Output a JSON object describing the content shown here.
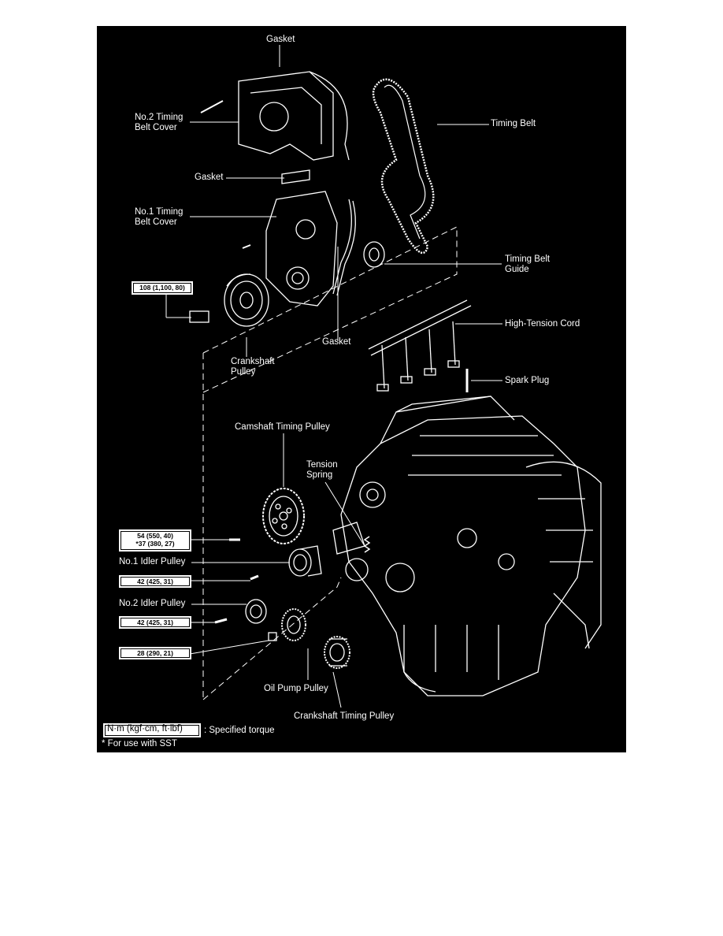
{
  "labels": {
    "gasket_top": "Gasket",
    "no2_cover": "No.2 Timing\nBelt Cover",
    "timing_belt": "Timing Belt",
    "gasket_mid": "Gasket",
    "no1_cover": "No.1 Timing\nBelt Cover",
    "belt_guide": "Timing Belt\nGuide",
    "torque_crank_bolt": "108 (1,100, 80)",
    "crank_pulley": "Crankshaft\nPulley",
    "gasket_low": "Gasket",
    "ht_cord": "High-Tension Cord",
    "spark_plug": "Spark Plug",
    "cam_pulley": "Camshaft Timing Pulley",
    "tension_spring": "Tension\nSpring",
    "torque_cam": "54 (550, 40)\n*37 (380, 27)",
    "no1_idler": "No.1 Idler Pulley",
    "torque_idler1": "42 (425, 31)",
    "no2_idler": "No.2 Idler Pulley",
    "torque_idler2": "42 (425, 31)",
    "torque_oilpump": "28 (290, 21)",
    "oil_pump_pulley": "Oil Pump Pulley",
    "crank_timing_pulley": "Crankshaft Timing Pulley"
  },
  "legend": {
    "unit_box": "N·m (kgf·cm, ft·lbf)",
    "unit_desc": ": Specified torque",
    "sst_note": "* For use with SST"
  },
  "colors": {
    "background": "#000000",
    "lines": "#ffffff"
  }
}
